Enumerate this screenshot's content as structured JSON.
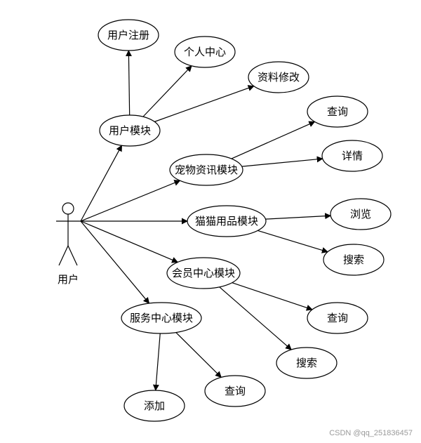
{
  "actor": {
    "label": "用户"
  },
  "nodes": [
    {
      "id": "user-register",
      "label": "用户注册"
    },
    {
      "id": "personal-center",
      "label": "个人中心"
    },
    {
      "id": "edit-profile",
      "label": "资料修改"
    },
    {
      "id": "user-module",
      "label": "用户模块"
    },
    {
      "id": "query-1",
      "label": "查询"
    },
    {
      "id": "pet-news-module",
      "label": "宠物资讯模块"
    },
    {
      "id": "details",
      "label": "详情"
    },
    {
      "id": "cat-supplies-module",
      "label": "猫猫用品模块"
    },
    {
      "id": "browse",
      "label": "浏览"
    },
    {
      "id": "search-1",
      "label": "搜索"
    },
    {
      "id": "member-center-module",
      "label": "会员中心模块"
    },
    {
      "id": "query-2",
      "label": "查询"
    },
    {
      "id": "search-2",
      "label": "搜索"
    },
    {
      "id": "service-center-module",
      "label": "服务中心模块"
    },
    {
      "id": "query-3",
      "label": "查询"
    },
    {
      "id": "add",
      "label": "添加"
    }
  ],
  "edges": [
    {
      "from": "actor",
      "to": "user-module"
    },
    {
      "from": "actor",
      "to": "pet-news-module"
    },
    {
      "from": "actor",
      "to": "cat-supplies-module"
    },
    {
      "from": "actor",
      "to": "member-center-module"
    },
    {
      "from": "actor",
      "to": "service-center-module"
    },
    {
      "from": "user-module",
      "to": "user-register"
    },
    {
      "from": "user-module",
      "to": "personal-center"
    },
    {
      "from": "user-module",
      "to": "edit-profile"
    },
    {
      "from": "pet-news-module",
      "to": "query-1"
    },
    {
      "from": "pet-news-module",
      "to": "details"
    },
    {
      "from": "cat-supplies-module",
      "to": "browse"
    },
    {
      "from": "cat-supplies-module",
      "to": "search-1"
    },
    {
      "from": "member-center-module",
      "to": "query-2"
    },
    {
      "from": "member-center-module",
      "to": "search-2"
    },
    {
      "from": "service-center-module",
      "to": "add"
    },
    {
      "from": "service-center-module",
      "to": "query-3"
    }
  ],
  "watermark": "CSDN @qq_251836457"
}
